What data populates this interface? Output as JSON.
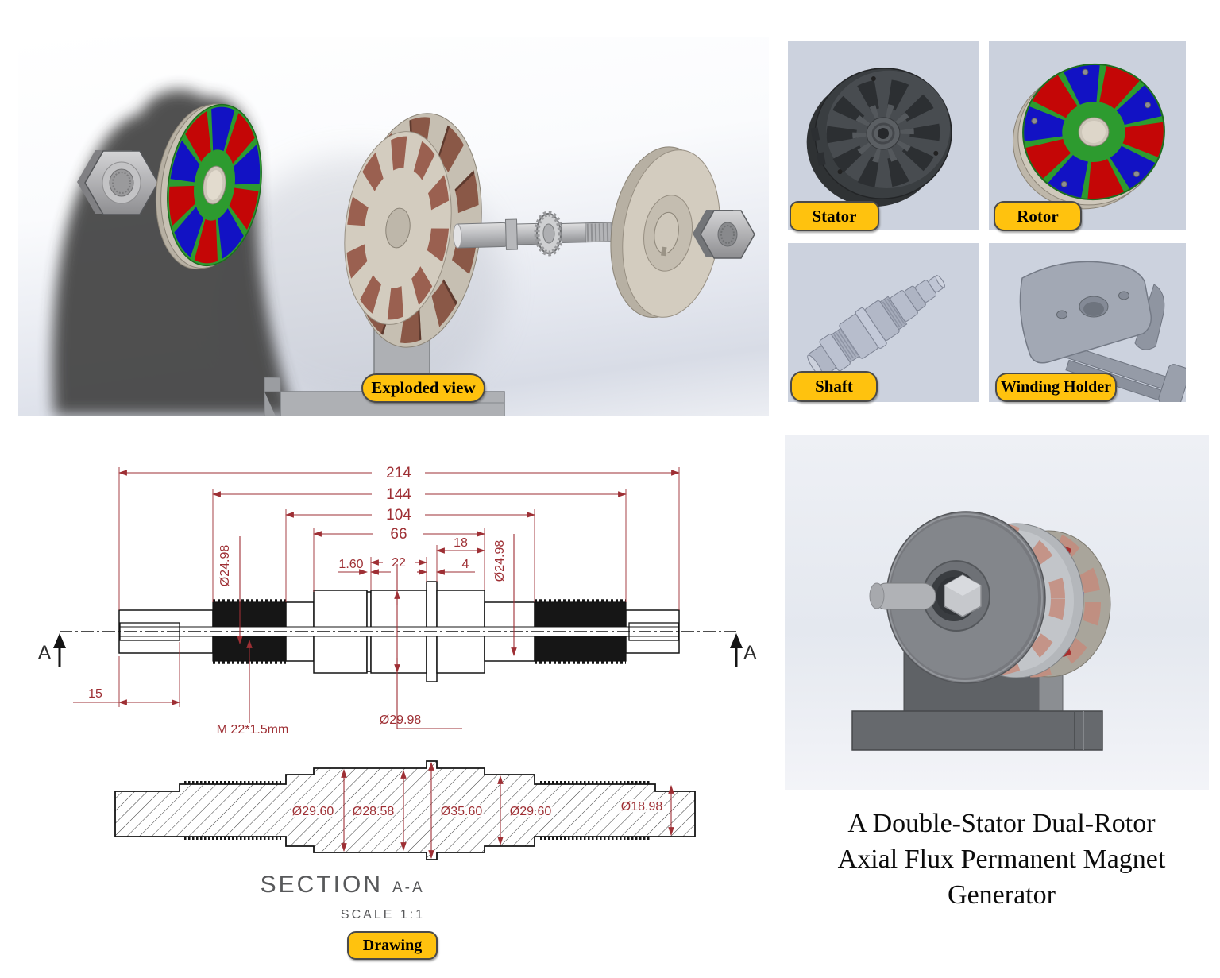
{
  "exploded": {
    "badge": "Exploded view"
  },
  "parts": {
    "stator": "Stator",
    "rotor": "Rotor",
    "shaft": "Shaft",
    "winding_holder": "Winding Holder"
  },
  "drawing": {
    "badge": "Drawing",
    "dims": {
      "total": "214",
      "d144": "144",
      "d104": "104",
      "d66": "66",
      "d22": "22",
      "d18": "18",
      "d4": "4",
      "d160": "1.60",
      "dia_left": "Ø24.98",
      "dia_right": "Ø24.98",
      "d15": "15",
      "thread": "M 22*1.5mm",
      "dia_mid": "Ø29.98"
    },
    "section": {
      "label": "SECTION",
      "id": "A-A",
      "scale": "SCALE 1:1",
      "s1": "Ø29.60",
      "s2": "Ø28.58",
      "s3": "Ø35.60",
      "s4": "Ø29.60",
      "s5": "Ø18.98"
    },
    "cut_label_left": "A",
    "cut_label_right": "A"
  },
  "assembled": {
    "title_line1": "A Double-Stator Dual-Rotor",
    "title_line2": "Axial Flux Permanent Magnet",
    "title_line3": "Generator"
  },
  "colors": {
    "badge_bg": "#FFC20E",
    "dimension_red": "#9E2F34",
    "magnet_red": "#C40606",
    "magnet_blue": "#1212C4",
    "rotor_green": "#2D9B2F"
  }
}
